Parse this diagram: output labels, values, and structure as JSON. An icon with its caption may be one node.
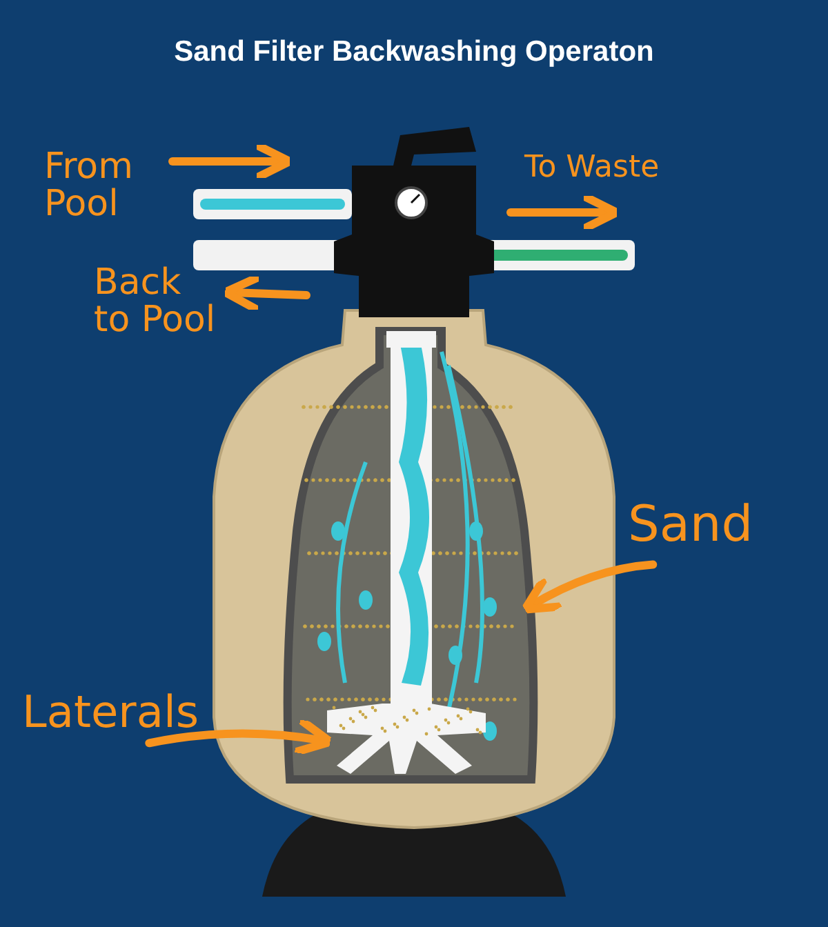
{
  "diagram": {
    "title": "Sand Filter Backwashing Operaton",
    "nodes": [
      {
        "text": [
          "Sand"
        ]
      },
      {
        "text": [],
        "shape": "picture"
      },
      {
        "text": [
          "Laterals"
        ]
      },
      {
        "text": [],
        "shape": "picture",
        "in": 1
      }
    ],
    "edges": [
      {
        "from": 0,
        "to": 1,
        "arrow": "to"
      },
      {
        "from": 2,
        "to": 3,
        "arrow": "to"
      }
    ],
    "labels": [
      "From Pool",
      "To Waste",
      "Back to Pool"
    ]
  }
}
